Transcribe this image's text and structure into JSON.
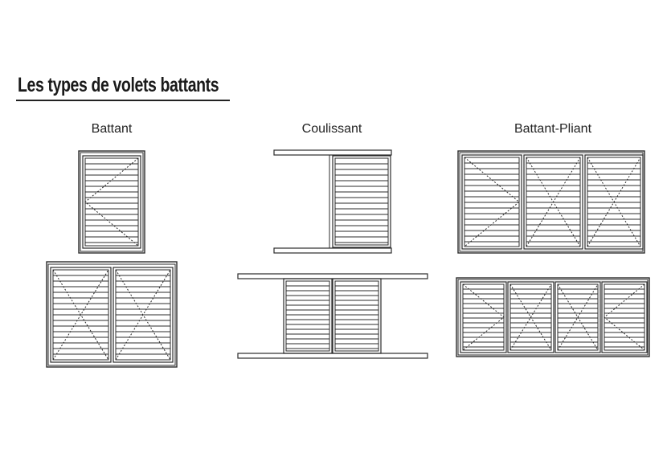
{
  "title": "Les types de volets battants",
  "columns": {
    "battant": "Battant",
    "coulissant": "Coulissant",
    "battant_pliant": "Battant-Pliant"
  },
  "colors": {
    "line": "#2b2b2b",
    "text": "#222222"
  }
}
